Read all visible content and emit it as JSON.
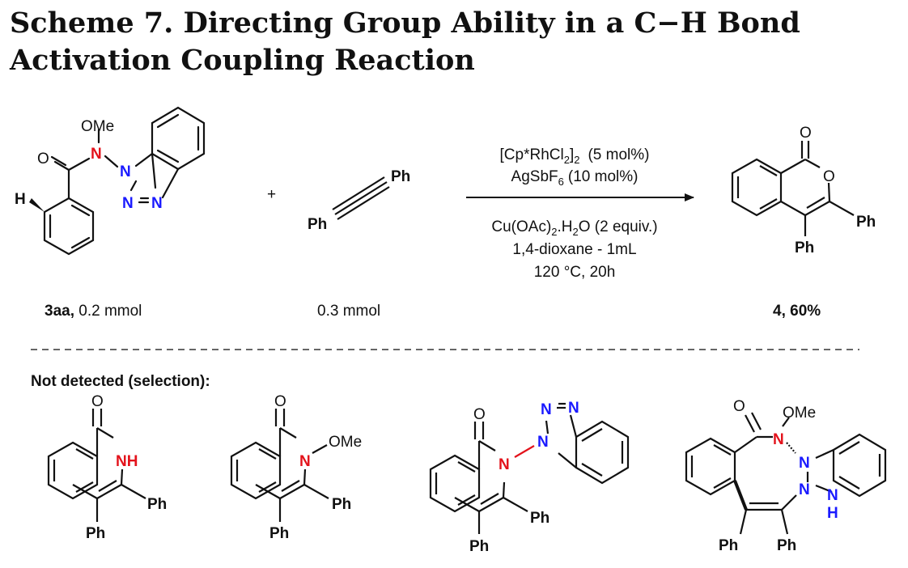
{
  "title": {
    "line1": "Scheme 7. Directing Group Ability in a C−H Bond",
    "line2": "Activation Coupling Reaction"
  },
  "reactant1": {
    "label_bold": "3aa,",
    "label_amount": "0.2 mmol",
    "atoms": {
      "ome": "OMe",
      "o": "O",
      "n": "N",
      "h": "H",
      "n1": "N",
      "n2": "N",
      "n3": "N"
    }
  },
  "plus": "+",
  "reactant2": {
    "label": "0.3 mmol",
    "ph_top": "Ph",
    "ph_bottom": "Ph"
  },
  "conditions": {
    "line1_main": "[Cp*RhCl",
    "line1_sub1": "2",
    "line1_mid": "]",
    "line1_sub2": "2",
    "line1_tail": "(5 mol%)",
    "line2_main": "AgSbF",
    "line2_sub": "6",
    "line2_tail": "(10 mol%)",
    "line3_main": "Cu(OAc)",
    "line3_sub1": "2",
    "line3_mid": ".H",
    "line3_sub2": "2",
    "line3_tail": "O (2 equiv.)",
    "line4": "1,4-dioxane - 1mL",
    "line5": "120 °C, 20h"
  },
  "product": {
    "label": "4, 60%",
    "atoms": {
      "o_carbonyl": "O",
      "o_ring": "O",
      "ph_right": "Ph",
      "ph_bottom": "Ph"
    }
  },
  "not_detected": {
    "heading": "Not detected (selection):",
    "s1": {
      "o": "O",
      "nh": "NH",
      "ph_right": "Ph",
      "ph_bottom": "Ph"
    },
    "s2": {
      "o": "O",
      "n": "N",
      "ome": "OMe",
      "ph_right": "Ph",
      "ph_bottom": "Ph"
    },
    "s3": {
      "o": "O",
      "n": "N",
      "n1": "N",
      "n2": "N",
      "n3": "N",
      "ph_right": "Ph",
      "ph_bottom": "Ph"
    },
    "s4": {
      "o": "O",
      "n": "N",
      "ome": "OMe",
      "n1": "N",
      "n2": "N",
      "nh": "N",
      "h": "H",
      "ph_left": "Ph",
      "ph_right": "Ph"
    }
  },
  "colors": {
    "nitrogen_red": "#e3121b",
    "nitrogen_blue": "#1a1aff",
    "bond": "#111111"
  }
}
